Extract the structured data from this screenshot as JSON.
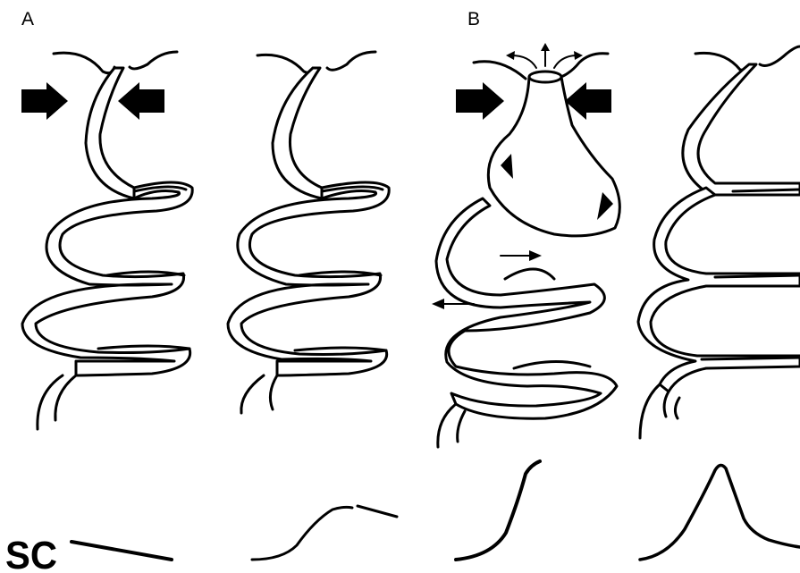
{
  "panels": [
    {
      "label": "A"
    },
    {
      "label": "B"
    }
  ],
  "trace_label": "SC"
}
